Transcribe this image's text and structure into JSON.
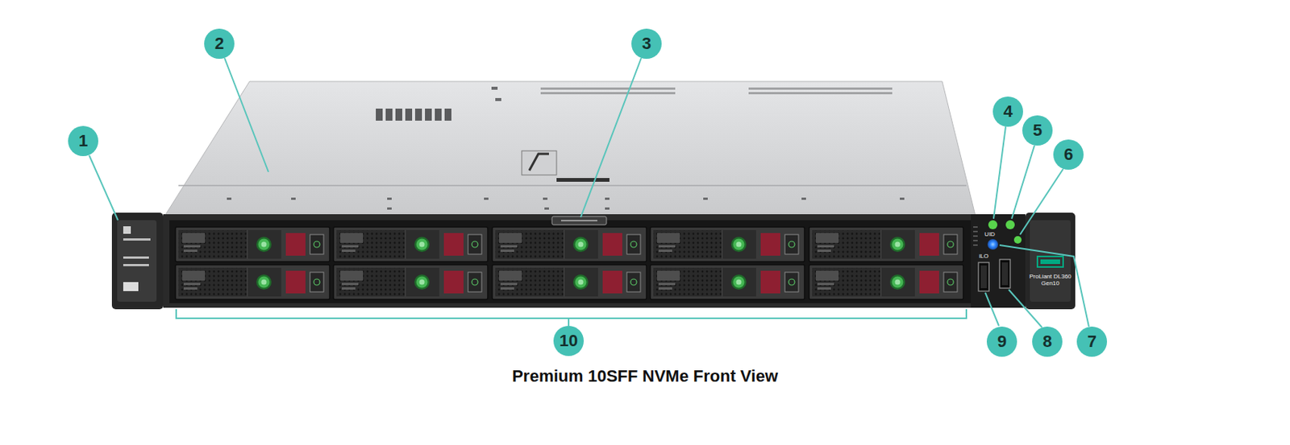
{
  "diagram": {
    "caption": "Premium 10SFF NVMe Front View",
    "labels": [
      "1",
      "2",
      "3",
      "4",
      "5",
      "6",
      "7",
      "8",
      "9",
      "10",
      "UID",
      "iLO",
      "ProLiant DL360 Gen10"
    ]
  }
}
